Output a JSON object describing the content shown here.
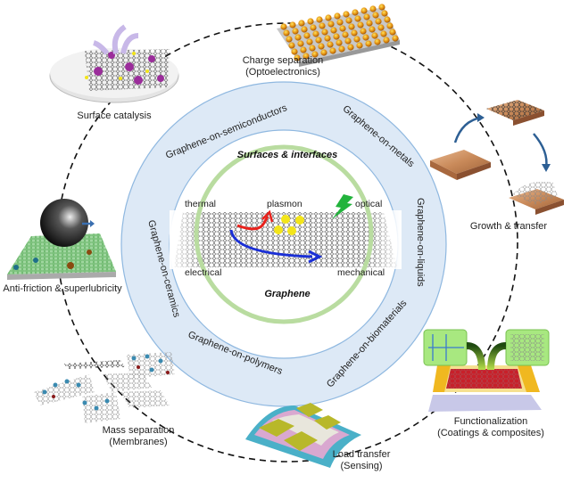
{
  "center": {
    "title_top": "Surfaces & interfaces",
    "title_bottom": "Graphene",
    "properties": {
      "thermal": "thermal",
      "plasmon": "plasmon",
      "optical": "optical",
      "electrical": "electrical",
      "mechanical": "mechanical"
    }
  },
  "ring_labels": [
    "Graphene-on-semiconductors",
    "Graphene-on-metals",
    "Graphene-on-liquids",
    "Graphene-on-biomaterials",
    "Graphene-on-polymers",
    "Graphene-on-ceramics"
  ],
  "applications": {
    "surface_catalysis": {
      "line1": "Surface catalysis"
    },
    "charge_separation": {
      "line1": "Charge separation",
      "line2": "(Optoelectronics)"
    },
    "growth_transfer": {
      "line1": "Growth & transfer"
    },
    "anti_friction": {
      "line1": "Anti-friction & superlubricity"
    },
    "mass_separation": {
      "line1": "Mass separation",
      "line2": "(Membranes)"
    },
    "load_transfer": {
      "line1": "Load transfer",
      "line2": "(Sensing)"
    },
    "functionalization": {
      "line1": "Functionalization",
      "line2": "(Coatings & composites)"
    }
  },
  "colors": {
    "ring_fill": "#dde9f6",
    "ring_stroke": "#8fb8e0",
    "green_circle": "#b9dca0",
    "red_arrow": "#e8221c",
    "blue_arrow": "#1a2fd6",
    "plasmon_dot": "#f3e51a",
    "lightning": "#22b33c",
    "copper": "#c98a5a",
    "growth_arrow": "#2d5f94"
  }
}
